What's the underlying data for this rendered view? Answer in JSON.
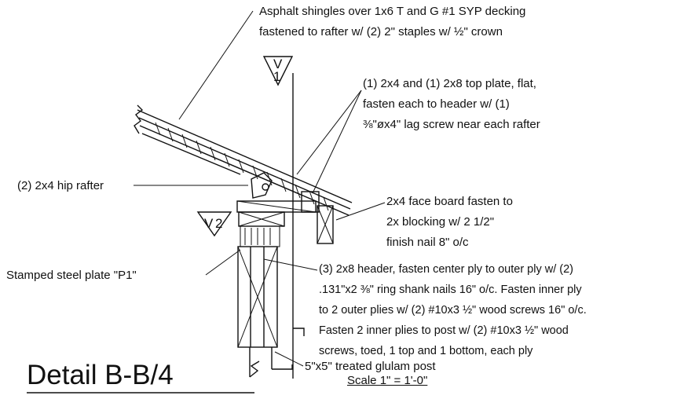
{
  "title": "Detail B-B/4",
  "scale": "Scale 1\" = 1'-0\"",
  "callouts": {
    "shingles": [
      "Asphalt shingles over 1x6 T and G #1 SYP decking",
      "fastened to rafter w/ (2) 2\" staples w/ ½\" crown"
    ],
    "top_plate": [
      "(1) 2x4 and (1) 2x8 top plate, flat,",
      "fasten each to header w/ (1)",
      "⅜\"øx4\" lag screw near each rafter"
    ],
    "hip_rafter": [
      "(2) 2x4 hip rafter"
    ],
    "face_board": [
      "2x4 face board fasten to",
      "2x blocking w/ 2 1/2\"",
      "finish nail 8\" o/c"
    ],
    "steel_plate": [
      "Stamped steel plate \"P1\""
    ],
    "header": [
      "(3) 2x8 header, fasten center ply to outer ply w/ (2)",
      ".131\"x2 ⅜\" ring shank nails 16\" o/c.  Fasten inner ply",
      "to 2 outer plies w/ (2) #10x3 ½\" wood screws 16\" o/c.",
      "Fasten 2 inner plies to post w/ (2) #10x3 ½\" wood",
      "screws, toed, 1 top and 1 bottom, each ply"
    ],
    "post": [
      "5\"x5\" treated glulam post"
    ]
  },
  "section_tags": {
    "upper": [
      "V",
      "1"
    ],
    "lower": [
      "V",
      "2"
    ]
  },
  "colors": {
    "ink": "#111111",
    "paper": "#ffffff"
  }
}
